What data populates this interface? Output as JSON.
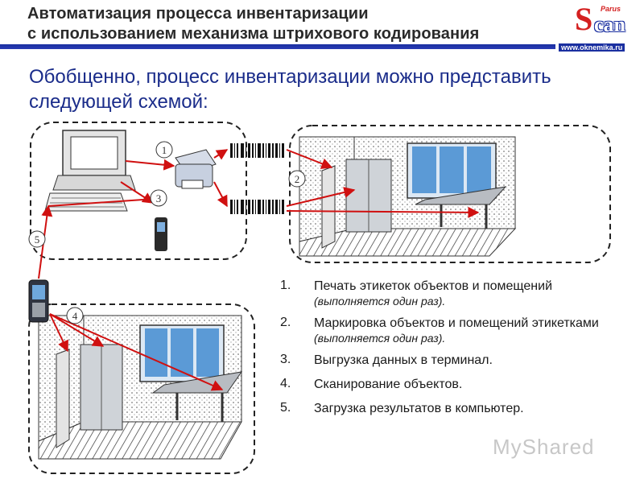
{
  "header": {
    "title_line1": "Автоматизация процесса инвентаризации",
    "title_line2": "с использованием механизма штрихового кодирования",
    "logo": {
      "letter_s": "S",
      "letters_can": "can",
      "parus": "Parus",
      "url": "www.oknemika.ru"
    }
  },
  "subtitle": "Обобщенно, процесс инвентаризации можно представить следующей схемой:",
  "diagram": {
    "markers": [
      "1",
      "2",
      "3",
      "4",
      "5"
    ],
    "arrow_color": "#d01010",
    "icons": [
      "computer-icon",
      "label-printer-icon",
      "barcode-icon",
      "barcode-icon",
      "handheld-terminal-icon",
      "handheld-terminal-icon",
      "room-icon",
      "room-icon"
    ]
  },
  "steps": [
    {
      "num": "1.",
      "text": "Печать этикеток объектов и помещений",
      "note": "(выполняется один раз)."
    },
    {
      "num": "2.",
      "text": "Маркировка объектов и помещений этикетками",
      "note": "(выполняется один раз)."
    },
    {
      "num": "3.",
      "text": "Выгрузка данных в терминал.",
      "note": ""
    },
    {
      "num": "4.",
      "text": "Сканирование объектов.",
      "note": ""
    },
    {
      "num": "5.",
      "text": "Загрузка результатов в компьютер.",
      "note": ""
    }
  ],
  "watermark": "MyShared"
}
